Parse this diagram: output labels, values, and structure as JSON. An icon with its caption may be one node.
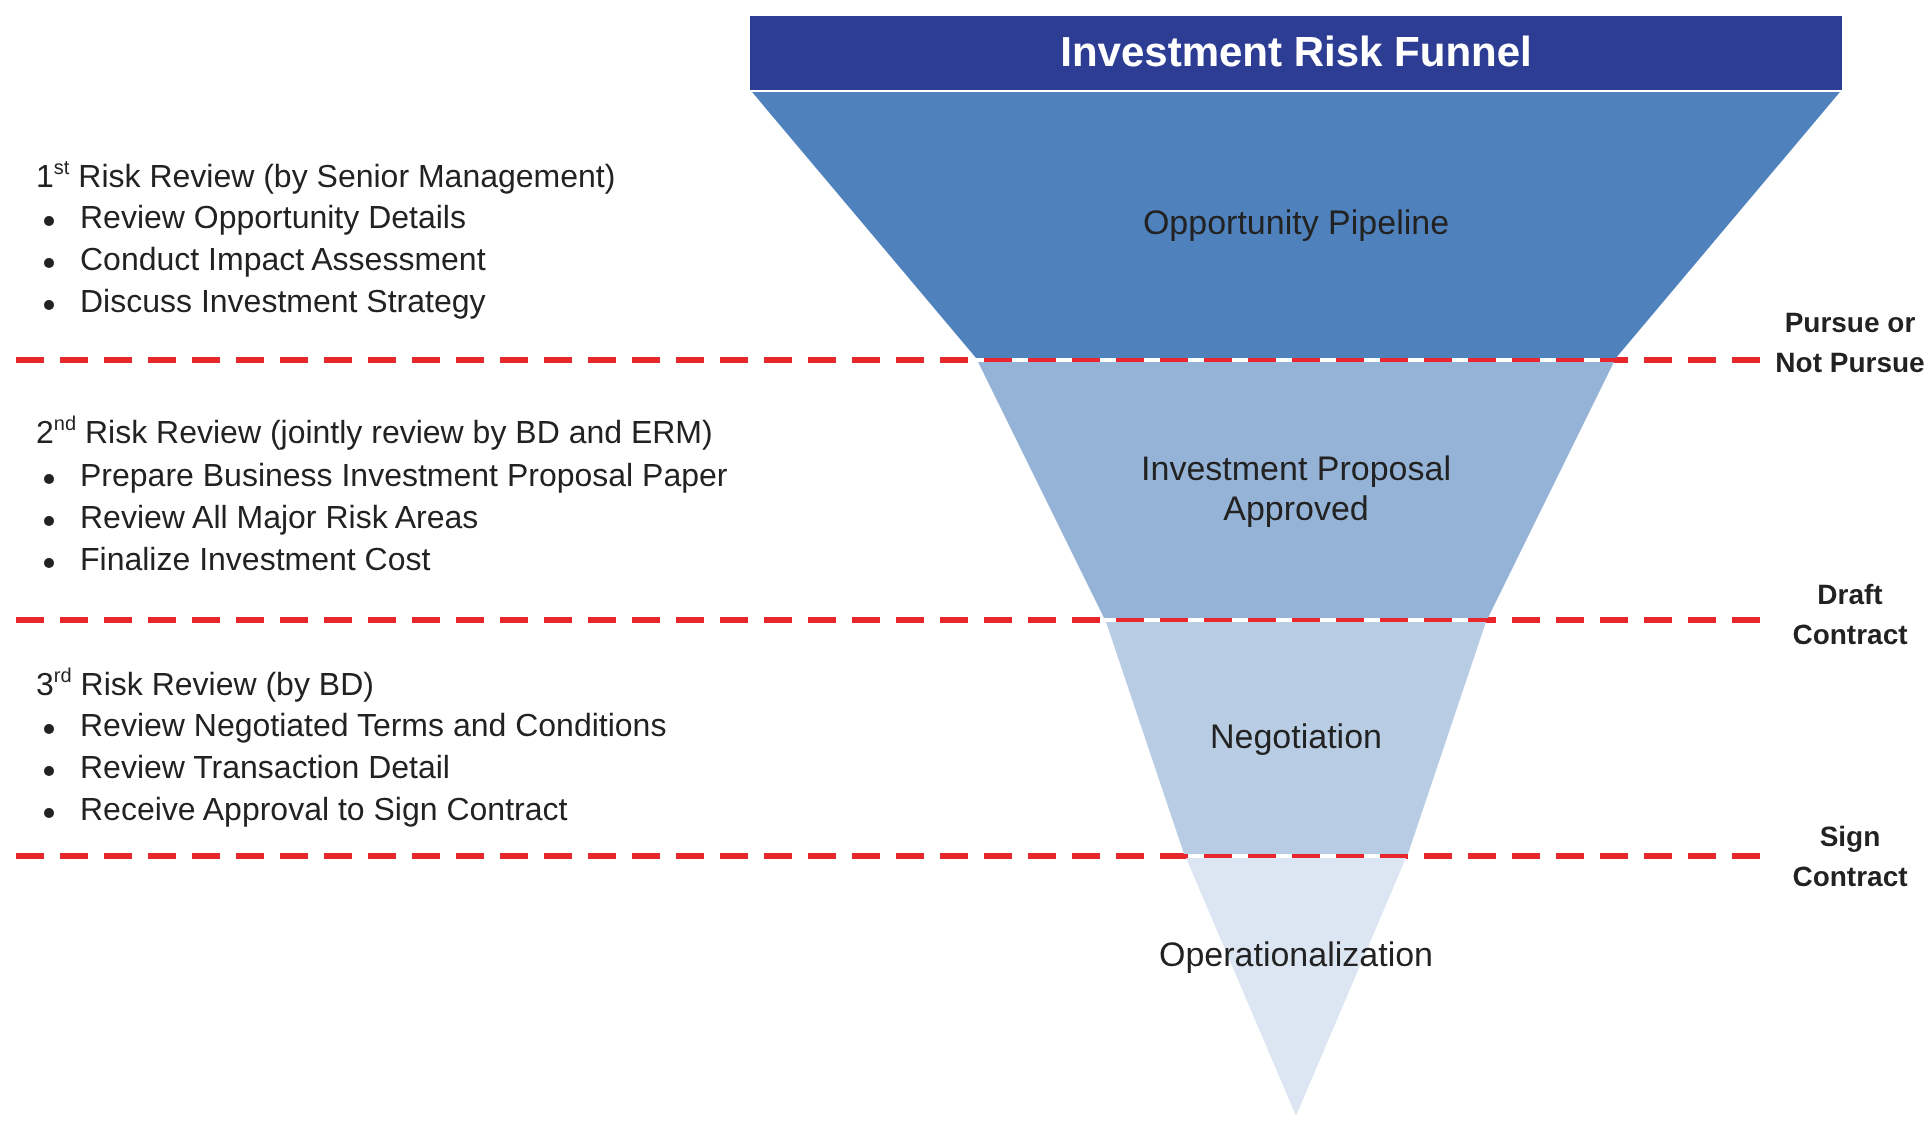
{
  "diagram": {
    "title": "Investment Risk Funnel",
    "nodes": [
      {
        "text": [
          "Opportunity Pipeline"
        ]
      },
      {
        "text": [
          "Investment Proposal Approved"
        ]
      },
      {
        "text": [
          "Negotiation"
        ]
      },
      {
        "text": [
          "Operationalization"
        ]
      }
    ],
    "labels": [
      "1$^{st}$ Risk Review (by Senior Management)",
      "Review Opportunity Details",
      "Conduct Impact Assessment",
      "Discuss Investment Strategy",
      "Pursue or Not Pursue",
      "2$^{nd}$ Risk Review (jointly review by BD and ERM)",
      "Prepare Business Investment Proposal Paper",
      "Review All Major Risk Areas",
      "Finalize Investment Cost",
      "Draft Contract",
      "3$^{rd}$ Risk Review (by BD)",
      "Review Negotiated Terms and Conditions",
      "Review Transaction Detail",
      "Receive Approval to Sign Contract",
      "Sign Contract"
    ]
  }
}
